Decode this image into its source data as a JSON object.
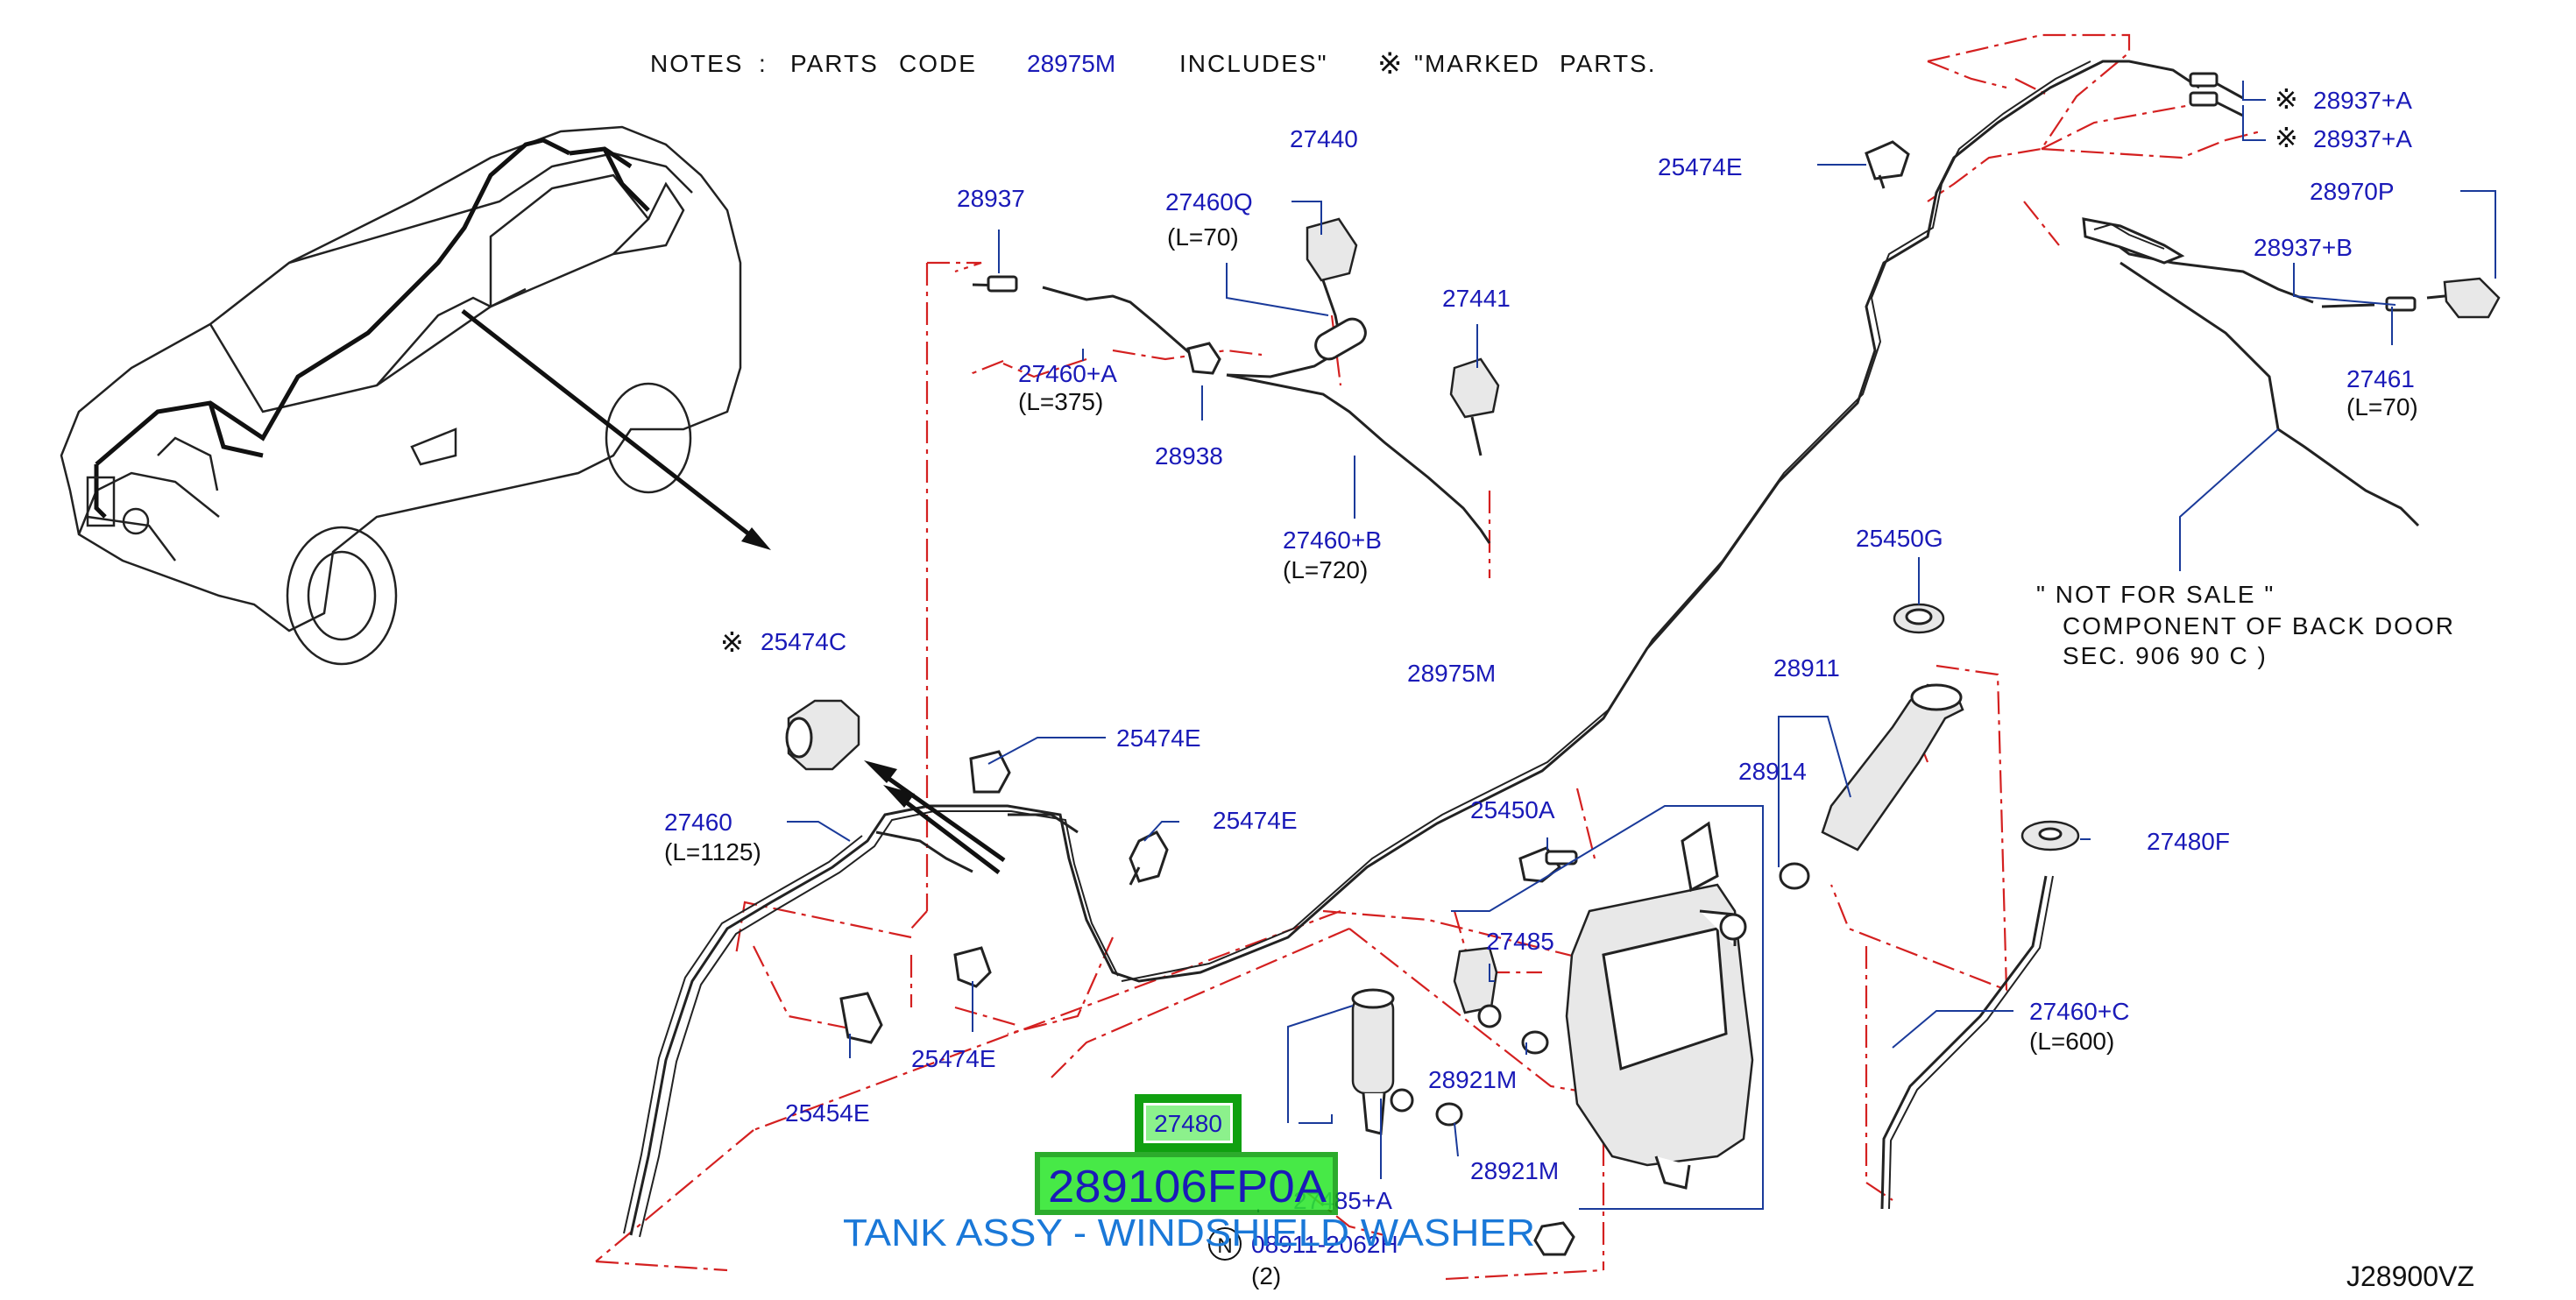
{
  "header": {
    "note_prefix": "NOTES",
    "note_colon": ":",
    "note_parts_code": "PARTS",
    "note_code_word": "CODE",
    "note_code": "28975M",
    "note_includes": "INCLUDES\"",
    "note_symbol": "※",
    "note_marked": "\"MARKED",
    "note_parts": "PARTS."
  },
  "highlight": {
    "part_code": "289106FP0A",
    "part_name": "TANK ASSY - WINDSHIELD WASHER",
    "ref_label": "27480"
  },
  "labels": {
    "l28937": "28937",
    "l27440": "27440",
    "l27460q": "27460Q",
    "l27460q_len": "(L=70)",
    "l27441": "27441",
    "l27460a": "27460+A",
    "l27460a_len": "(L=375)",
    "l28938": "28938",
    "l27460b": "27460+B",
    "l27460b_len": "(L=720)",
    "l25474e_top": "25474E",
    "l28937a1": "28937+A",
    "l28937a2": "28937+A",
    "l28970p": "28970P",
    "l28937b": "28937+B",
    "l27461": "27461",
    "l27461_len": "(L=70)",
    "l25474c": "25474C",
    "l25450g": "25450G",
    "nfs_1": "\"  NOT  FOR  SALE  \"",
    "nfs_2": "COMPONENT  OF  BACK  DOOR",
    "nfs_3": "SEC.  906  90  C  )",
    "l28975m": "28975M",
    "l28911": "28911",
    "l25474e_mid": "25474E",
    "l27460": "27460",
    "l27460_len": "(L=1125)",
    "l25474e_r": "25474E",
    "l25450a": "25450A",
    "l28914": "28914",
    "l27480f": "27480F",
    "l27485": "27485",
    "l27460c": "27460+C",
    "l27460c_len": "(L=600)",
    "l25474e_low": "25474E",
    "l25454e": "25454E",
    "l28921m_1": "28921M",
    "l28921m_2": "28921M",
    "l27485a": "27485+A",
    "l08911": "08911-2062H",
    "l08911_n": "N",
    "l08911_qty": "(2)",
    "drawing_id": "J28900VZ"
  },
  "colors": {
    "label_blue": "#1a1ab8",
    "highlight_green": "#2ee62e",
    "highlight_border": "#10a010",
    "name_blue": "#1a78d8",
    "dash_red": "#d42020",
    "line": "#222222"
  }
}
